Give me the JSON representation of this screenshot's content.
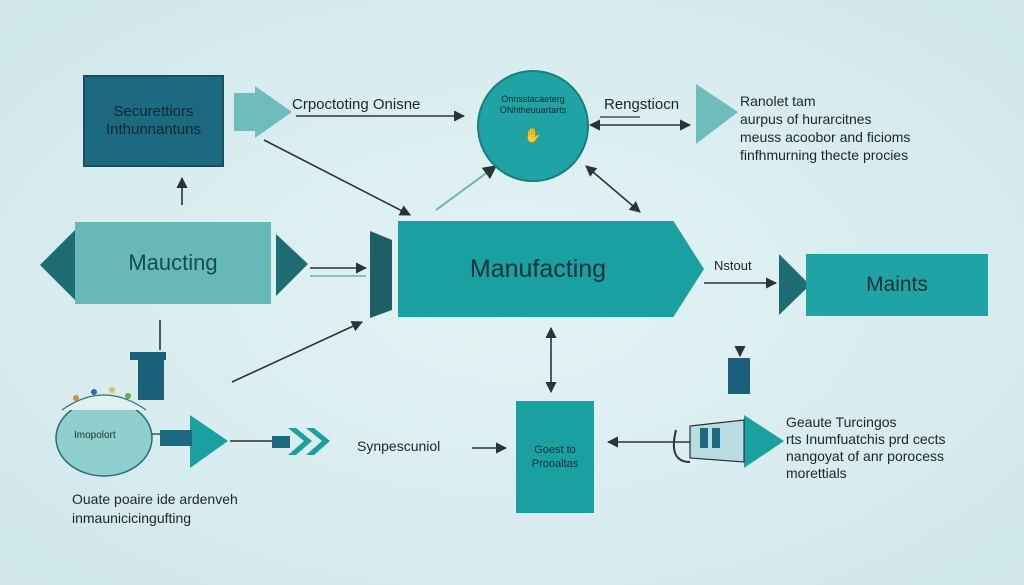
{
  "colors": {
    "background": "#dbeef0",
    "dark_teal": "#1c6a80",
    "mid_teal": "#1aa0a0",
    "light_teal": "#64b8b8",
    "pale_teal": "#8ecfcf",
    "arrow": "#2a3338"
  },
  "nodes": {
    "top_left_box": {
      "line1": "Securettiors",
      "line2": "Inthunnantuns"
    },
    "left_hex": {
      "label": "Maucting"
    },
    "center_hex": {
      "label": "Manufacting"
    },
    "right_box": {
      "label": "Maints"
    },
    "top_circle": {
      "line1": "Onnsstacaeterg",
      "line2": "ONhtheuuartarts"
    },
    "bottom_center_box": {
      "line1": "Goest to",
      "line2": "Prooaltas"
    },
    "left_pot": {
      "label": "Imopolort"
    }
  },
  "labels": {
    "crpoctoting": "Crpoctoting Onisne",
    "rengstiocn": "Rengstiocn",
    "top_right_block": [
      "Ranolet tam",
      "aurpus of hurarcitnes",
      "meuss acoobor and ficioms",
      "finfhmurning thecte procies"
    ],
    "nstout": "Nstout",
    "synpescuniol": "Synpescuniol",
    "bottom_right_block": [
      "Geaute Turcingos",
      "rts Inumfuatchis prd cects",
      "nangoyat of anr porocess",
      "morettials"
    ],
    "bottom_left_block": [
      "Ouate poaire ide ardenveh",
      "inmaunicicingufting"
    ]
  },
  "icons": [
    "chevron-arrow-icon",
    "hand-tool-icon",
    "wrench-icon",
    "gear-pot-icon",
    "double-chevron-icon",
    "funnel-icon",
    "flag-icon"
  ]
}
